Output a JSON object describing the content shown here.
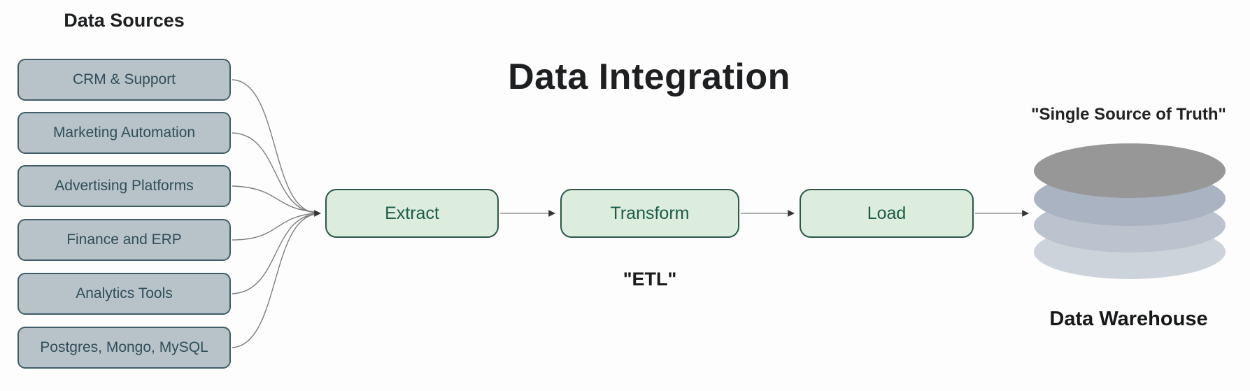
{
  "diagram_title": "Data Integration",
  "sources": {
    "heading": "Data Sources",
    "items": [
      "CRM & Support",
      "Marketing Automation",
      "Advertising Platforms",
      "Finance and ERP",
      "Analytics Tools",
      "Postgres, Mongo, MySQL"
    ]
  },
  "pipeline": {
    "steps": [
      "Extract",
      "Transform",
      "Load"
    ],
    "caption": "\"ETL\""
  },
  "warehouse": {
    "tagline": "\"Single Source of Truth\"",
    "label": "Data Warehouse"
  },
  "colors": {
    "background": "#fdfdfd",
    "source_fill": "#b8c3c9",
    "source_border": "#3f5d68",
    "source_text": "#2f4e5a",
    "step_fill": "#dcedde",
    "step_border": "#2b5747",
    "step_text": "#1c5b4a",
    "connector": "#7e7e7e",
    "arrowhead": "#333333",
    "title_text": "#1d1f21",
    "disc_colors": [
      "#979797",
      "#a9b3c1",
      "#bac3ce",
      "#ccd3db"
    ]
  }
}
